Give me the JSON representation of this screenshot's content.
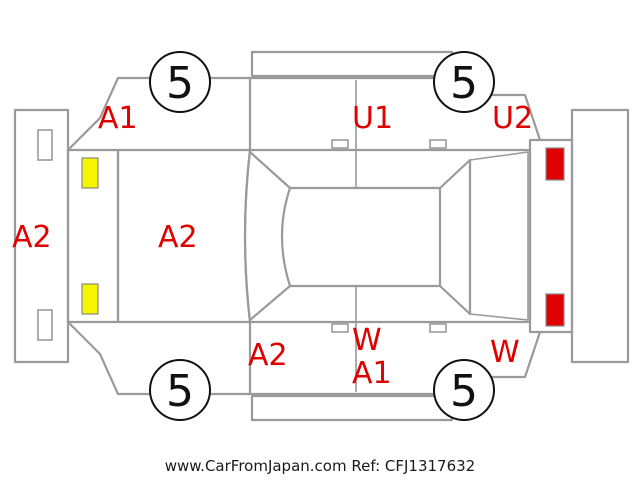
{
  "colors": {
    "line": "#9a9a9a",
    "damage_label": "#e00000",
    "front_light": "#f5f500",
    "rear_light": "#e00000"
  },
  "labels": {
    "front_left_door_area": "A1",
    "front_bumper": "A2",
    "hood": "A2",
    "roof_area": "U1",
    "rear_right_area": "U2",
    "lower_front_left": "A2",
    "lower_door_w": "W",
    "lower_door_a1": "A1",
    "rear_lower_right": "W"
  },
  "tires": {
    "top_left": "5",
    "top_right": "5",
    "bottom_left": "5",
    "bottom_right": "5"
  },
  "footer": {
    "watermark": "www.CarFromJapan.com Ref: CFJ1317632"
  }
}
